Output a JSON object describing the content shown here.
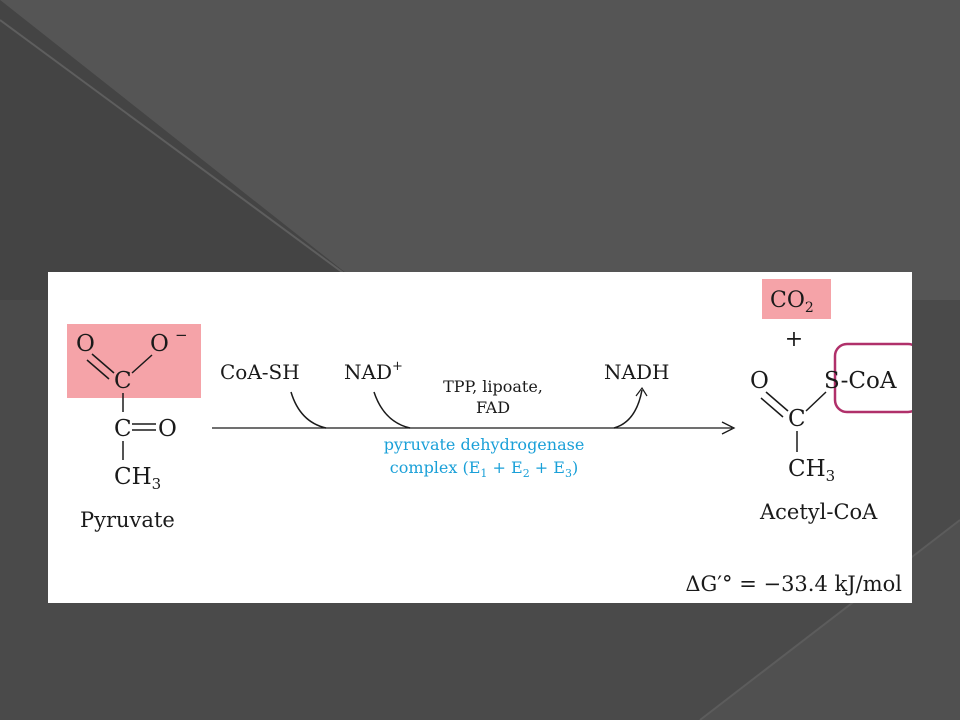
{
  "reaction": {
    "reactant": {
      "atoms": {
        "o_left": "O",
        "o_right": "O",
        "o_minus": "−",
        "c_top": "C",
        "c_mid": "C",
        "o_keto": "O",
        "ch3": "CH",
        "ch3_sub": "3"
      },
      "name": "Pyruvate"
    },
    "cofactors": {
      "coa_sh": "CoA-SH",
      "nad": "NAD",
      "nad_sup": "+",
      "nadh": "NADH",
      "tpp_line1": "TPP, lipoate,",
      "tpp_line2": "FAD"
    },
    "enzyme": {
      "line1": "pyruvate dehydrogenase",
      "line2_a": "complex (E",
      "sub1": "1",
      "line2_b": " + E",
      "sub2": "2",
      "line2_c": " + E",
      "sub3": "3",
      "line2_d": ")"
    },
    "product": {
      "co2": "CO",
      "co2_sub": "2",
      "plus": "+",
      "atoms": {
        "o_left": "O",
        "s_coa": "S-CoA",
        "c": "C",
        "ch3": "CH",
        "ch3_sub": "3"
      },
      "name": "Acetyl-CoA"
    },
    "energy": "ΔG′° = −33.4 kJ/mol"
  },
  "colors": {
    "highlight": "#f5a3a8",
    "enzyme_text": "#1aa0d8",
    "outline": "#b0306a",
    "background": "#4a4a4a",
    "panel": "#ffffff"
  }
}
